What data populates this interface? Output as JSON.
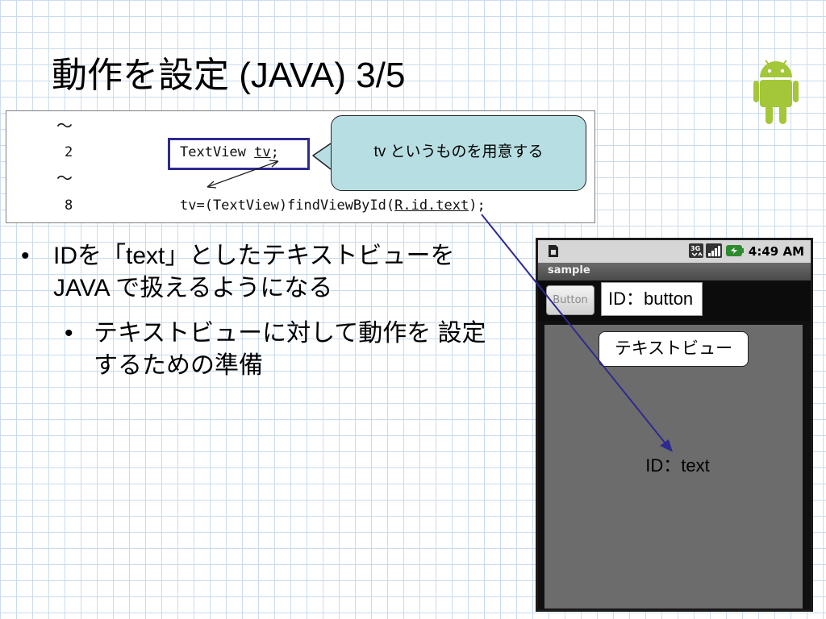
{
  "title": "動作を設定 (JAVA) 3/5",
  "code": {
    "lines": [
      {
        "number": "～",
        "code": ""
      },
      {
        "number": "2",
        "code": "TextView tv;"
      },
      {
        "number": "～",
        "code": ""
      },
      {
        "number": "8",
        "code_prefix": "tv=(TextView)findViewById(",
        "code_underlined": "R.id.text",
        "code_suffix": ");"
      }
    ],
    "underlined_in_line2": "tv"
  },
  "callout": {
    "text": "tv というものを用意する"
  },
  "bullets": [
    {
      "level": 1,
      "symbol": "•",
      "text": "IDを「text」としたテキストビューを JAVA で扱えるようになる"
    },
    {
      "level": 2,
      "symbol": "•",
      "text": "テキストビューに対して動作を 設定するための準備"
    }
  ],
  "phone": {
    "status_time": "4:49 AM",
    "app_title": "sample",
    "button_label": "Button",
    "id_button_label": "ID：button",
    "textview_label": "テキストビュー",
    "id_text_label": "ID：text"
  },
  "colors": {
    "accent": "#2f2a8f",
    "callout_bg": "#b7dfe3",
    "android_green": "#a4c639",
    "phone_panel": "#6c6c6c"
  },
  "icons": [
    "android-logo-icon",
    "sim-card-icon",
    "network-3g-icon",
    "signal-bars-icon",
    "battery-charging-icon"
  ]
}
